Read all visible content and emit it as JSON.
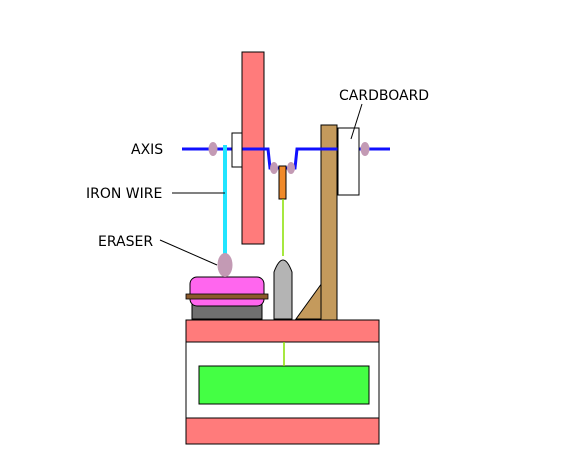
{
  "labels": {
    "axis": "AXIS",
    "iron_wire": "IRON WIRE",
    "eraser": "ERASER",
    "cardboard": "CARDBOARD"
  },
  "colors": {
    "pink_block": "#ff7b7b",
    "axis_line": "#1010ff",
    "iron_wire": "#22e5ff",
    "eraser_bead": "#c39ab4",
    "magnet_body": "#ff66ee",
    "magnet_band": "#8b5a2b",
    "base_gray": "#707070",
    "post_gray": "#b4b4b4",
    "wood": "#c49a5c",
    "thread": "#88e000",
    "window_green": "#44ff44",
    "orange_pendulum": "#f08a2a"
  }
}
